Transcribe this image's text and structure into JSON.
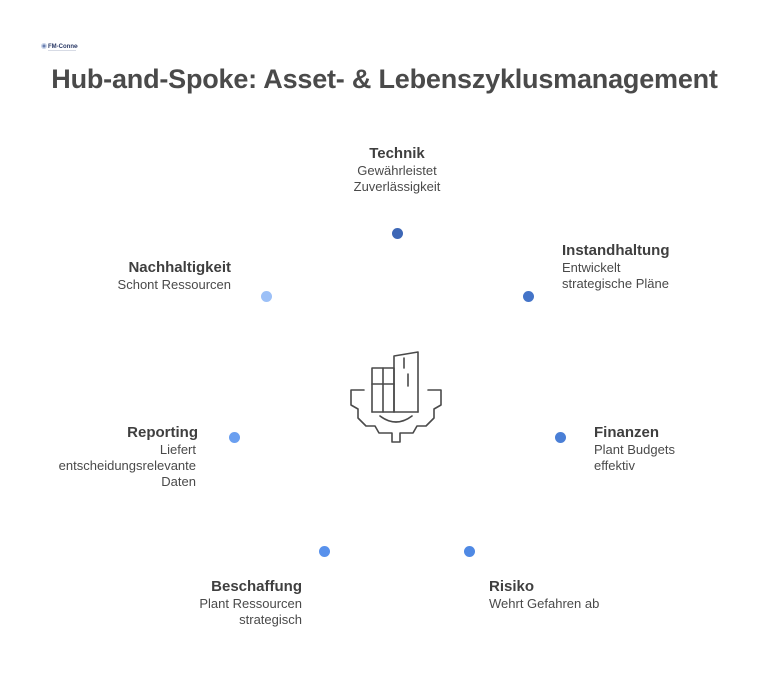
{
  "title": "Hub-and-Spoke: Asset- & Lebenszyklusmanagement",
  "logo_text": "FM-Connect",
  "nodes": {
    "technik": {
      "title": "Technik",
      "desc": "Gewährleistet Zuverlässigkeit",
      "color": "#3d67b6"
    },
    "instandhaltung": {
      "title": "Instandhaltung",
      "desc": "Entwickelt strategische Pläne",
      "color": "#4474c8"
    },
    "finanzen": {
      "title": "Finanzen",
      "desc": "Plant Budgets effektiv",
      "color": "#4a7fd6"
    },
    "risiko": {
      "title": "Risiko",
      "desc": "Wehrt Gefahren ab",
      "color": "#4f89e4"
    },
    "beschaffung": {
      "title": "Beschaffung",
      "desc": "Plant Ressourcen strategisch",
      "color": "#5891ec"
    },
    "reporting": {
      "title": "Reporting",
      "desc": "Liefert entscheidungsrelevante Daten",
      "color": "#6a9ff0"
    },
    "nachhaltigkeit": {
      "title": "Nachhaltigkeit",
      "desc": "Schont Ressourcen",
      "color": "#9cc0f7"
    }
  },
  "hub_icon": "building-gear-icon"
}
